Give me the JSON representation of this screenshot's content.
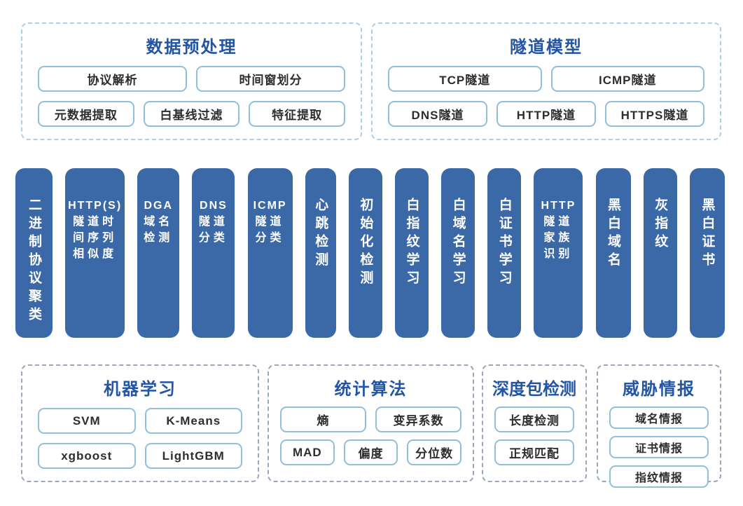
{
  "colors": {
    "bar_blue": "#3b69a7",
    "title_blue": "#2355a5",
    "chip_border": "#8fbfdb",
    "top_box_border": "#aacfe6",
    "bottom_box_border": "#9aa6bc",
    "chip_text": "#2d2d2d",
    "background": "#ffffff"
  },
  "top_boxes": [
    {
      "title": "数据预处理",
      "rows": [
        [
          "协议解析",
          "时间窗划分"
        ],
        [
          "元数据提取",
          "白基线过滤",
          "特征提取"
        ]
      ]
    },
    {
      "title": "隧道模型",
      "rows": [
        [
          "TCP隧道",
          "ICMP隧道"
        ],
        [
          "DNS隧道",
          "HTTP隧道",
          "HTTPS隧道"
        ]
      ]
    }
  ],
  "bars": [
    {
      "label": "二进制协议聚类",
      "width": 53
    },
    {
      "label": "HTTP(S)隧道时间序列相似度",
      "width": 85,
      "lines": [
        "HTTP(S)",
        "隧道时",
        "间序列",
        "相似度"
      ]
    },
    {
      "label": "DGA域名检测",
      "width": 60,
      "lines": [
        "DGA",
        "域名",
        "检测"
      ]
    },
    {
      "label": "DNS隧道分类",
      "width": 61,
      "lines": [
        "DNS",
        "隧道",
        "分类"
      ]
    },
    {
      "label": "ICMP隧道分类",
      "width": 64,
      "lines": [
        "ICMP",
        "隧道",
        "分类"
      ]
    },
    {
      "label": "心跳检测",
      "width": 44
    },
    {
      "label": "初始化检测",
      "width": 48
    },
    {
      "label": "白指纹学习",
      "width": 48
    },
    {
      "label": "白域名学习",
      "width": 48
    },
    {
      "label": "白证书学习",
      "width": 48
    },
    {
      "label": "HTTP隧道家族识别",
      "width": 70,
      "lines": [
        "HTTP",
        "隧道",
        "家族",
        "识别"
      ]
    },
    {
      "label": "黑白域名",
      "width": 50
    },
    {
      "label": "灰指纹",
      "width": 48
    },
    {
      "label": "黑白证书",
      "width": 50
    }
  ],
  "bottom_boxes": [
    {
      "title": "机器学习",
      "rows": [
        [
          "SVM",
          "K-Means"
        ],
        [
          "xgboost",
          "LightGBM"
        ]
      ]
    },
    {
      "title": "统计算法",
      "rows": [
        [
          "熵",
          "变异系数"
        ],
        [
          "MAD",
          "偏度",
          "分位数"
        ]
      ]
    },
    {
      "title": "深度包检测",
      "rows": [
        [
          "长度检测"
        ],
        [
          "正规匹配"
        ]
      ]
    },
    {
      "title": "威胁情报",
      "rows": [
        [
          "域名情报"
        ],
        [
          "证书情报"
        ],
        [
          "指纹情报"
        ]
      ]
    }
  ]
}
